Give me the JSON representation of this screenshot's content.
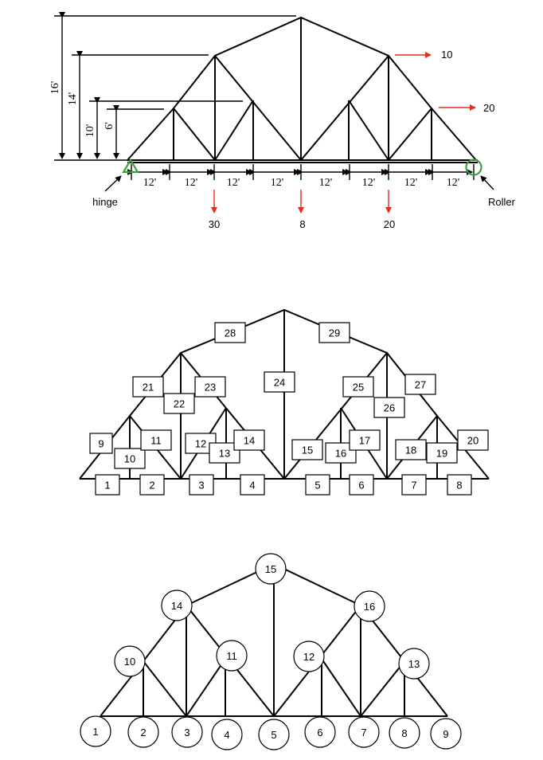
{
  "panel1": {
    "heights": [
      "16'",
      "14'",
      "10'",
      "6'"
    ],
    "spans": [
      "12'",
      "12'",
      "12'",
      "12'",
      "12'",
      "12'",
      "12'",
      "12'"
    ],
    "hinge_label": "hinge",
    "roller_label": "Roller",
    "down_loads": [
      "30",
      "8",
      "20"
    ],
    "right_loads": [
      "10",
      "20"
    ],
    "colors": {
      "load": "#e03020",
      "support": "#3aa040"
    }
  },
  "panel2": {
    "members": [
      "1",
      "2",
      "3",
      "4",
      "5",
      "6",
      "7",
      "8",
      "9",
      "10",
      "11",
      "12",
      "13",
      "14",
      "15",
      "16",
      "17",
      "18",
      "19",
      "20",
      "21",
      "22",
      "23",
      "24",
      "25",
      "26",
      "27",
      "28",
      "29"
    ]
  },
  "panel3": {
    "nodes": [
      "1",
      "2",
      "3",
      "4",
      "5",
      "6",
      "7",
      "8",
      "9",
      "10",
      "11",
      "12",
      "13",
      "14",
      "15",
      "16"
    ]
  }
}
